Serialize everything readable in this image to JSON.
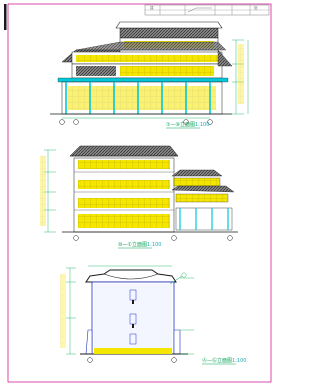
{
  "drawing": {
    "title_block": {
      "label_left": "建",
      "label_right": "施"
    },
    "views": [
      {
        "caption": "①—⑩立面图",
        "scale": "1:100"
      },
      {
        "caption": "⑩—①立面图",
        "scale": "1:100"
      },
      {
        "caption": "Ⓐ—Ⓖ立面图",
        "scale": "1:100"
      }
    ]
  },
  "colors": {
    "outline": "#1a1a1a",
    "roof_hatch": "#3a3a3a",
    "window_yellow": "#f5e600",
    "facade_cyan": "#00c8d8",
    "dimension_green": "#00a84f",
    "wall_blue": "#2030c8",
    "frame": "#d01e96"
  }
}
